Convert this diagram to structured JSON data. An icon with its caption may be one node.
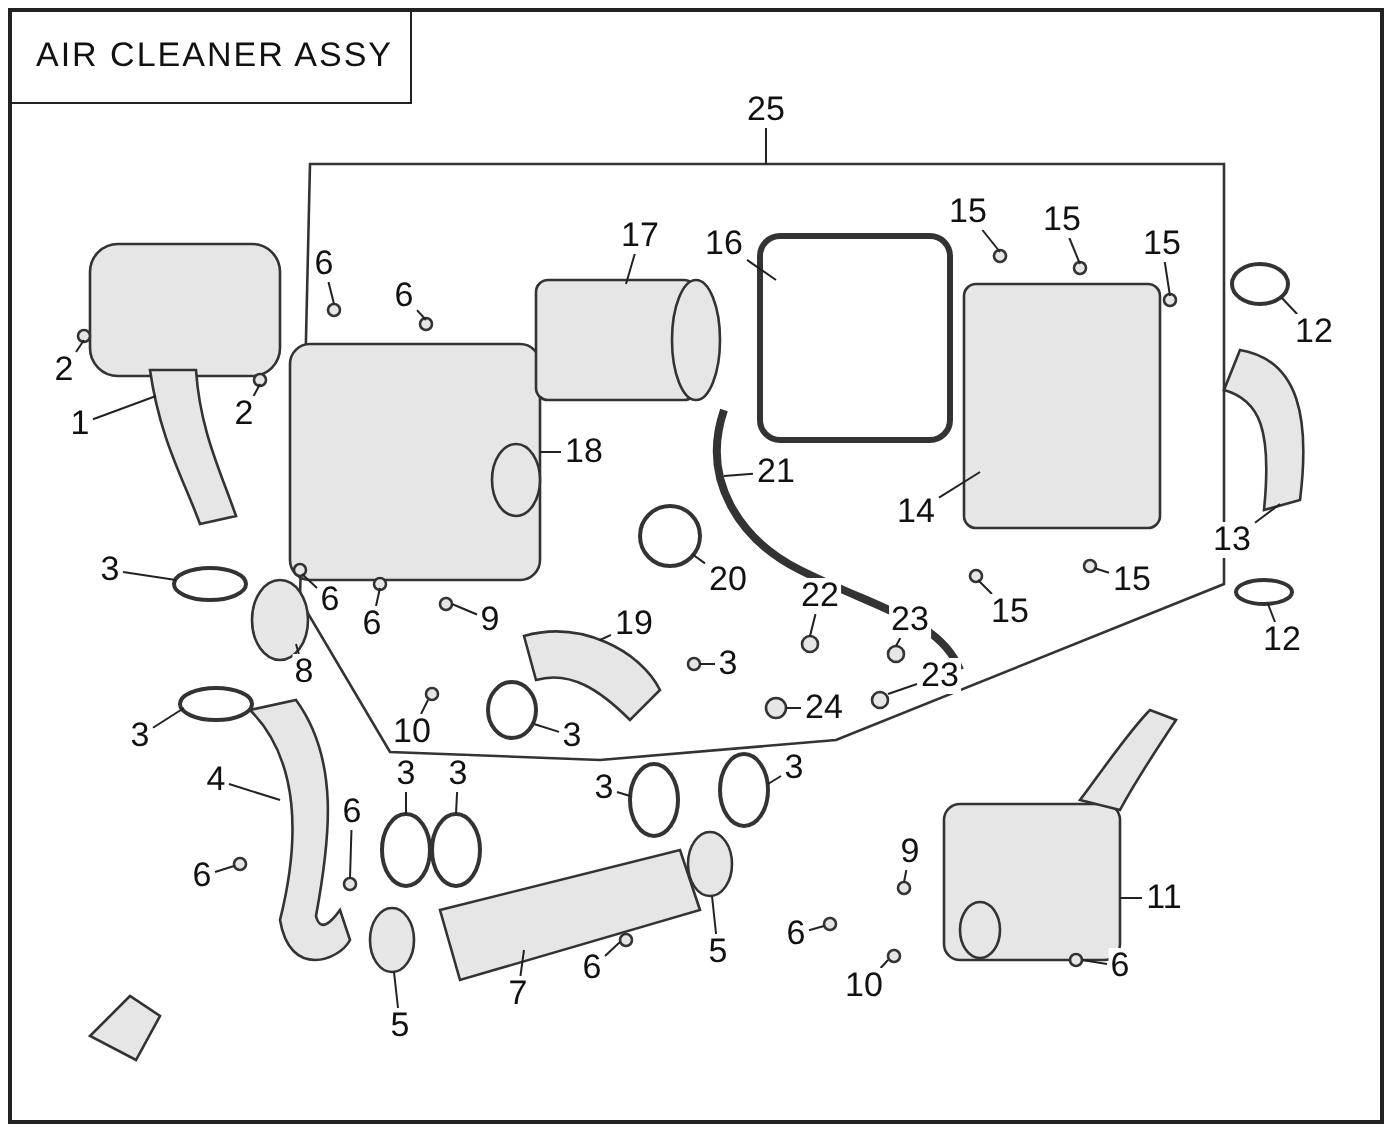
{
  "diagram": {
    "title": "AIR CLEANER ASSY",
    "nodes": [
      {
        "text": [
          "25"
        ]
      },
      {
        "text": [
          "17"
        ]
      },
      {
        "text": [
          "16"
        ]
      },
      {
        "text": [
          "15"
        ]
      },
      {
        "text": [
          "15"
        ]
      },
      {
        "text": [
          "15"
        ]
      },
      {
        "text": [
          "6"
        ]
      },
      {
        "text": [
          "6"
        ]
      },
      {
        "text": [
          "12"
        ]
      },
      {
        "text": [
          "2"
        ]
      },
      {
        "text": [
          "2"
        ]
      },
      {
        "text": [
          "1"
        ]
      },
      {
        "text": [
          "18"
        ]
      },
      {
        "text": [
          "21"
        ]
      },
      {
        "text": [
          "14"
        ]
      },
      {
        "text": [
          "13"
        ]
      },
      {
        "text": [
          "20"
        ]
      },
      {
        "text": [
          "3"
        ]
      },
      {
        "text": [
          "6"
        ]
      },
      {
        "text": [
          "6"
        ]
      },
      {
        "text": [
          "9"
        ]
      },
      {
        "text": [
          "19"
        ]
      },
      {
        "text": [
          "22"
        ]
      },
      {
        "text": [
          "23"
        ]
      },
      {
        "text": [
          "15"
        ]
      },
      {
        "text": [
          "15"
        ]
      },
      {
        "text": [
          "12"
        ]
      },
      {
        "text": [
          "8"
        ]
      },
      {
        "text": [
          "3"
        ]
      },
      {
        "text": [
          "10"
        ]
      },
      {
        "text": [
          "3"
        ]
      },
      {
        "text": [
          "24"
        ]
      },
      {
        "text": [
          "23"
        ]
      },
      {
        "text": [
          "3"
        ]
      },
      {
        "text": [
          "4"
        ]
      },
      {
        "text": [
          "3"
        ]
      },
      {
        "text": [
          "3"
        ]
      },
      {
        "text": [
          "3"
        ]
      },
      {
        "text": [
          "3"
        ]
      },
      {
        "text": [
          "6"
        ]
      },
      {
        "text": [
          "6"
        ]
      },
      {
        "text": [
          "9"
        ]
      },
      {
        "text": [
          "11"
        ]
      },
      {
        "text": [
          "6"
        ]
      },
      {
        "text": [
          "6"
        ]
      },
      {
        "text": [
          "5"
        ]
      },
      {
        "text": [
          "5"
        ]
      },
      {
        "text": [
          "7"
        ]
      },
      {
        "text": [
          "10"
        ]
      },
      {
        "text": [
          "6"
        ]
      }
    ],
    "edges": [
      {
        "from": 0,
        "to": null,
        "arrow": "none"
      },
      {
        "from": 1,
        "to": null,
        "arrow": "none"
      },
      {
        "from": 2,
        "to": null,
        "arrow": "none"
      },
      {
        "from": 3,
        "to": null,
        "arrow": "none"
      },
      {
        "from": 4,
        "to": null,
        "arrow": "none"
      },
      {
        "from": 5,
        "to": null,
        "arrow": "none"
      },
      {
        "from": 6,
        "to": null,
        "arrow": "none"
      },
      {
        "from": 7,
        "to": null,
        "arrow": "none"
      },
      {
        "from": 8,
        "to": null,
        "arrow": "none"
      },
      {
        "from": 9,
        "to": null,
        "arrow": "none"
      },
      {
        "from": 10,
        "to": null,
        "arrow": "none"
      },
      {
        "from": 11,
        "to": null,
        "arrow": "none"
      },
      {
        "from": 12,
        "to": null,
        "arrow": "none"
      },
      {
        "from": 13,
        "to": null,
        "arrow": "none"
      },
      {
        "from": 14,
        "to": null,
        "arrow": "none"
      },
      {
        "from": 15,
        "to": null,
        "arrow": "none"
      },
      {
        "from": 16,
        "to": null,
        "arrow": "none"
      },
      {
        "from": 17,
        "to": null,
        "arrow": "none"
      },
      {
        "from": 18,
        "to": null,
        "arrow": "none"
      },
      {
        "from": 19,
        "to": null,
        "arrow": "none"
      },
      {
        "from": 20,
        "to": null,
        "arrow": "none"
      },
      {
        "from": 21,
        "to": null,
        "arrow": "none"
      },
      {
        "from": 22,
        "to": null,
        "arrow": "none"
      },
      {
        "from": 23,
        "to": null,
        "arrow": "none"
      },
      {
        "from": 24,
        "to": null,
        "arrow": "none"
      },
      {
        "from": 25,
        "to": null,
        "arrow": "none"
      },
      {
        "from": 26,
        "to": null,
        "arrow": "none"
      },
      {
        "from": 27,
        "to": null,
        "arrow": "none"
      },
      {
        "from": 28,
        "to": null,
        "arrow": "none"
      },
      {
        "from": 29,
        "to": null,
        "arrow": "none"
      },
      {
        "from": 30,
        "to": null,
        "arrow": "none"
      },
      {
        "from": 31,
        "to": null,
        "arrow": "none"
      },
      {
        "from": 32,
        "to": null,
        "arrow": "none"
      },
      {
        "from": 33,
        "to": null,
        "arrow": "none"
      },
      {
        "from": 34,
        "to": null,
        "arrow": "none"
      },
      {
        "from": 35,
        "to": null,
        "arrow": "none"
      },
      {
        "from": 36,
        "to": null,
        "arrow": "none"
      },
      {
        "from": 37,
        "to": null,
        "arrow": "none"
      },
      {
        "from": 38,
        "to": null,
        "arrow": "none"
      },
      {
        "from": 39,
        "to": null,
        "arrow": "none"
      },
      {
        "from": 40,
        "to": null,
        "arrow": "none"
      },
      {
        "from": 41,
        "to": null,
        "arrow": "none"
      },
      {
        "from": 42,
        "to": null,
        "arrow": "none"
      },
      {
        "from": 43,
        "to": null,
        "arrow": "none"
      },
      {
        "from": 44,
        "to": null,
        "arrow": "none"
      },
      {
        "from": 45,
        "to": null,
        "arrow": "none"
      },
      {
        "from": 46,
        "to": null,
        "arrow": "none"
      },
      {
        "from": 47,
        "to": null,
        "arrow": "none"
      },
      {
        "from": 48,
        "to": null,
        "arrow": "none"
      },
      {
        "from": 49,
        "to": null,
        "arrow": "none"
      }
    ]
  }
}
